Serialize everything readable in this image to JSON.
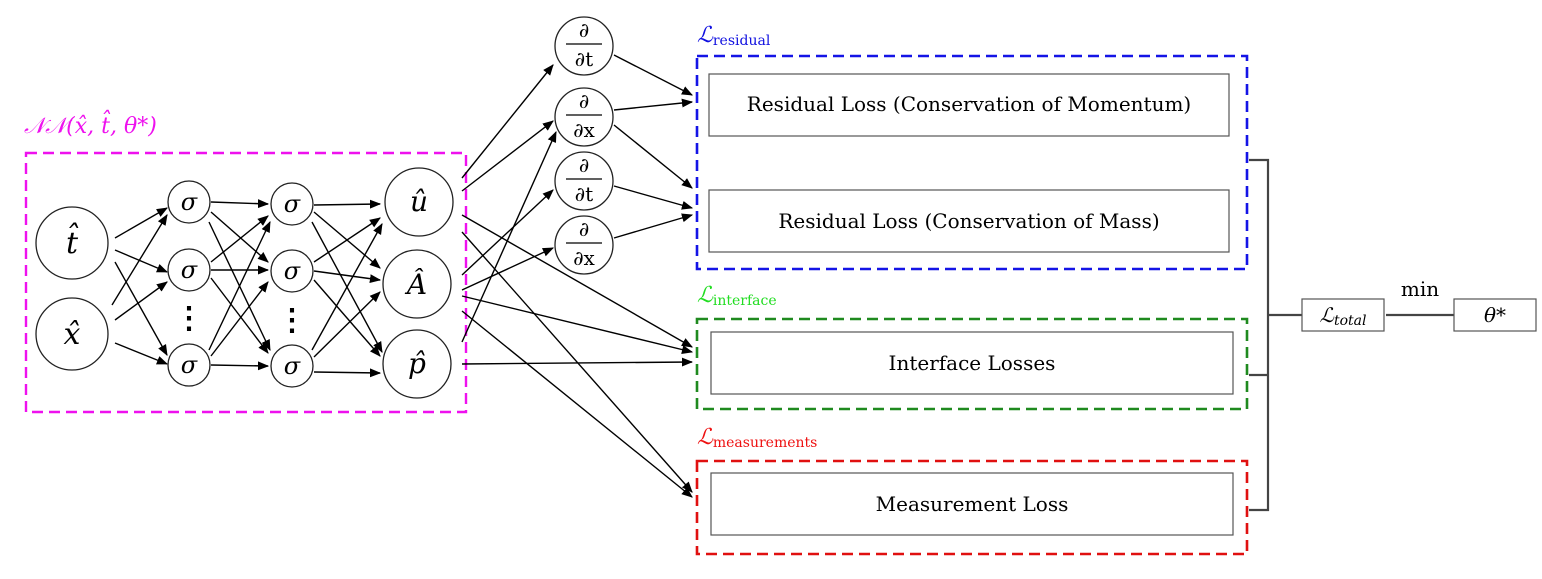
{
  "network": {
    "label_main": "𝒩𝒩",
    "label_args": "(x̂, t̂, θ*)",
    "inputs": [
      "t̂",
      "x̂"
    ],
    "hidden_symbol": "σ",
    "ellipsis": "⋮",
    "outputs": [
      "û",
      "Â",
      "p̂"
    ]
  },
  "derivatives": [
    {
      "num": "∂",
      "den": "∂t"
    },
    {
      "num": "∂",
      "den": "∂x"
    },
    {
      "num": "∂",
      "den": "∂t"
    },
    {
      "num": "∂",
      "den": "∂x"
    }
  ],
  "groups": {
    "residual": {
      "symbol": "ℒ",
      "subscript": "residual",
      "color": "#1010e0"
    },
    "interface": {
      "symbol": "ℒ",
      "subscript": "interface",
      "color": "#22dd22"
    },
    "measurements": {
      "symbol": "ℒ",
      "subscript": "measurements",
      "color": "#ee1111"
    }
  },
  "group_border_colors": {
    "residual": "#1414e6",
    "interface": "#1f8a1f",
    "measurements": "#e01010",
    "network": "#ee11ee"
  },
  "losses": {
    "momentum": "Residual Loss (Conservation of Momentum)",
    "mass": "Residual Loss (Conservation of Mass)",
    "interface": "Interface Losses",
    "measurement": "Measurement Loss"
  },
  "total": {
    "symbol": "ℒ",
    "subscript": "total"
  },
  "min_label": "min",
  "theta_star": "θ*"
}
